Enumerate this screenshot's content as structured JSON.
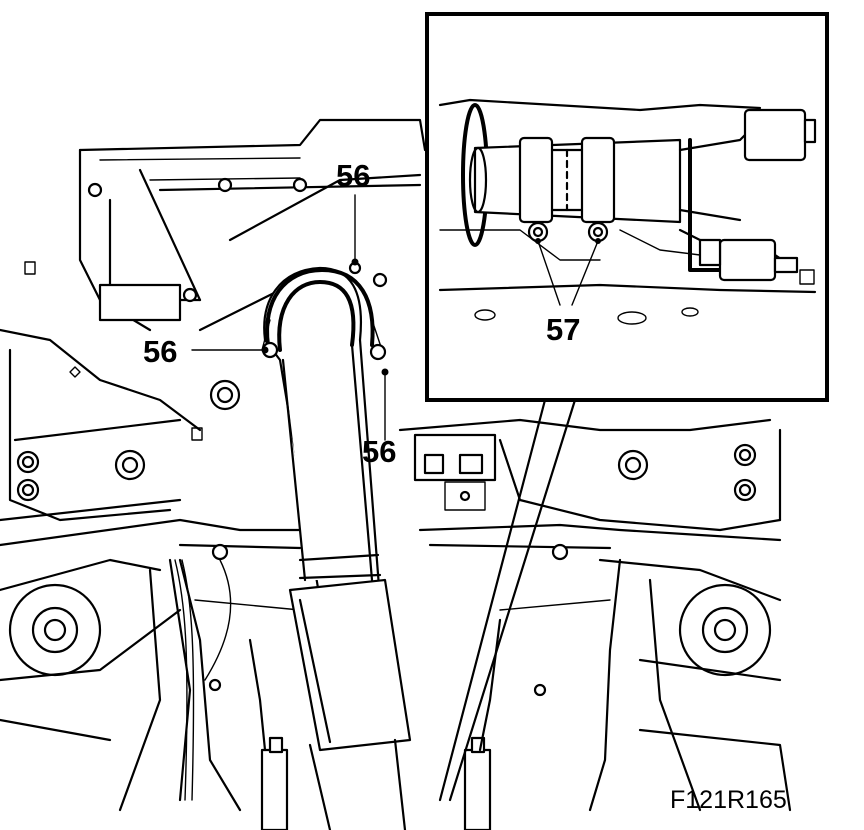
{
  "figure": {
    "callouts": {
      "top": "56",
      "left": "56",
      "right": "56",
      "inset": "57"
    },
    "code": "F121R165"
  }
}
